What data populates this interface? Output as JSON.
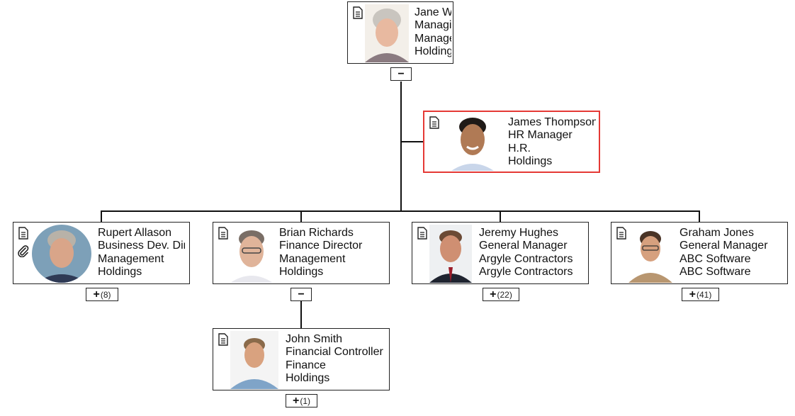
{
  "nodes": {
    "jane": {
      "name": "Jane Wilson",
      "title": "Managing Director",
      "department": "Management",
      "company": "Holdings"
    },
    "james": {
      "name": "James Thompson",
      "title": "HR Manager",
      "department": "H.R.",
      "company": "Holdings"
    },
    "rupert": {
      "name": "Rupert Allason",
      "title": "Business Dev. Director",
      "department": "Management",
      "company": "Holdings",
      "toggle": "+",
      "count": "(8)"
    },
    "brian": {
      "name": "Brian Richards",
      "title": "Finance Director",
      "department": "Management",
      "company": "Holdings",
      "toggle": "−"
    },
    "jeremy": {
      "name": "Jeremy Hughes",
      "title": "General Manager",
      "department": "Argyle Contractors",
      "company": "Argyle Contractors",
      "toggle": "+",
      "count": "(22)"
    },
    "graham": {
      "name": "Graham Jones",
      "title": "General Manager",
      "department": "ABC Software",
      "company": "ABC Software",
      "toggle": "+",
      "count": "(41)"
    },
    "john": {
      "name": "John Smith",
      "title": "Financial Controller",
      "department": "Finance",
      "company": "Holdings",
      "toggle": "+",
      "count": "(1)"
    }
  },
  "root_toggle": "−",
  "icons": {
    "document": "document-icon",
    "attachment": "paperclip-icon"
  },
  "colors": {
    "assistant_border": "#e53935",
    "connector": "#111111"
  }
}
